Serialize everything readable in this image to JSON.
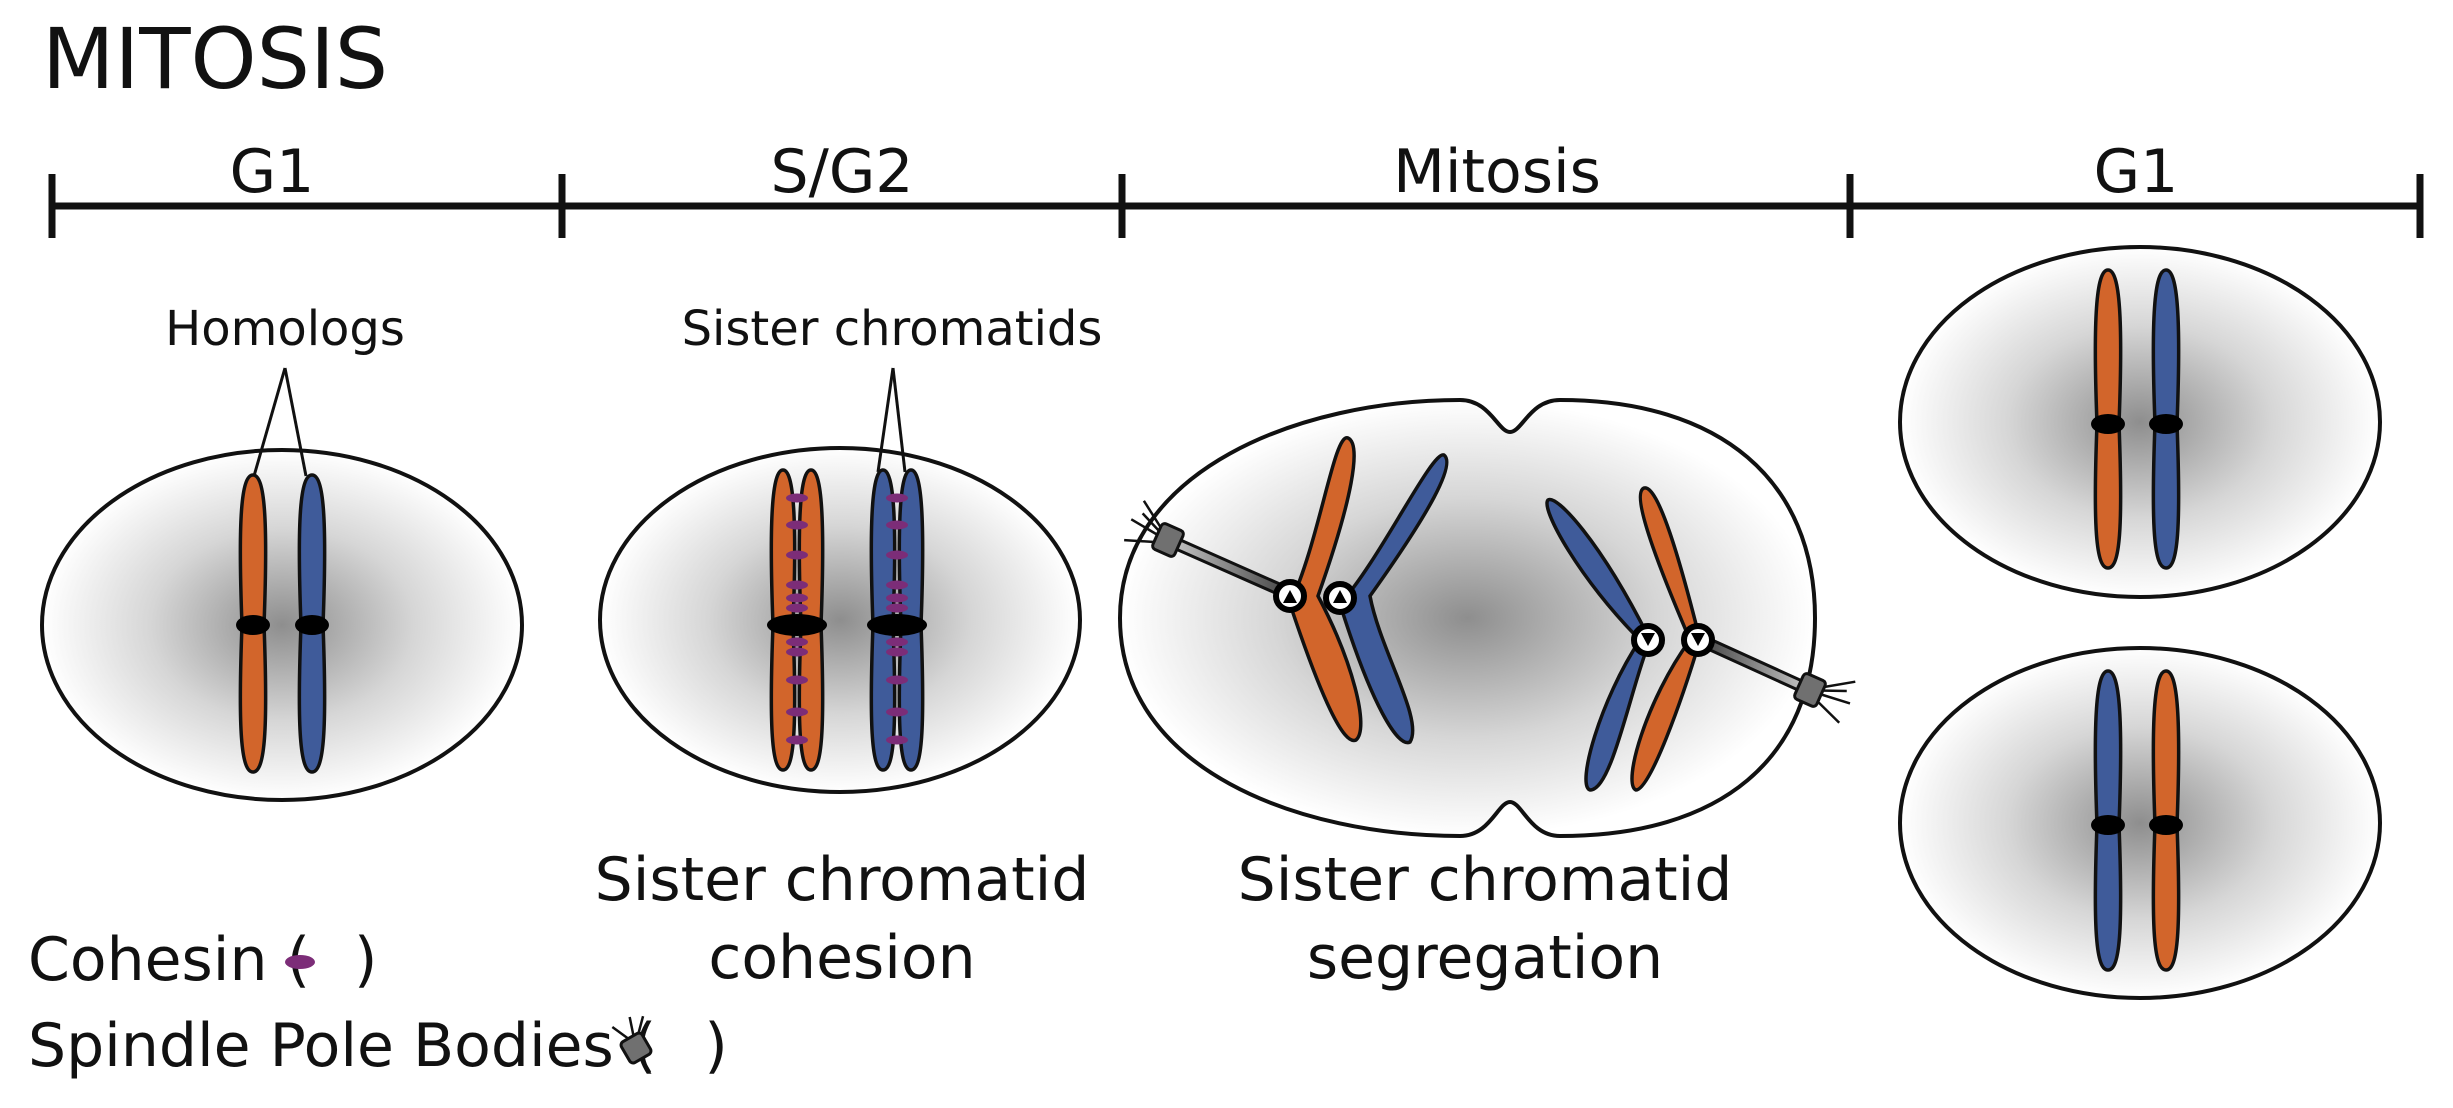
{
  "title": "MITOSIS",
  "timeline": {
    "phases": [
      "G1",
      "S/G2",
      "Mitosis",
      "G1"
    ]
  },
  "callouts": {
    "homologs": "Homologs",
    "sister_chromatids": "Sister chromatids"
  },
  "captions": {
    "cohesion_line1": "Sister chromatid",
    "cohesion_line2": "cohesion",
    "segregation_line1": "Sister chromatid",
    "segregation_line2": "segregation"
  },
  "legend": {
    "cohesin_label": "Cohesin (",
    "cohesin_close": ")",
    "spb_label": "Spindle Pole Bodies (",
    "spb_close": ")"
  },
  "colors": {
    "orange": "#D2652B",
    "blue": "#3F5B9A",
    "cohesin": "#7C2D78",
    "outline": "#111111",
    "spb": "#707070"
  },
  "icons": {
    "cohesin": "cohesin-ring-icon",
    "spb": "spindle-pole-body-icon"
  }
}
